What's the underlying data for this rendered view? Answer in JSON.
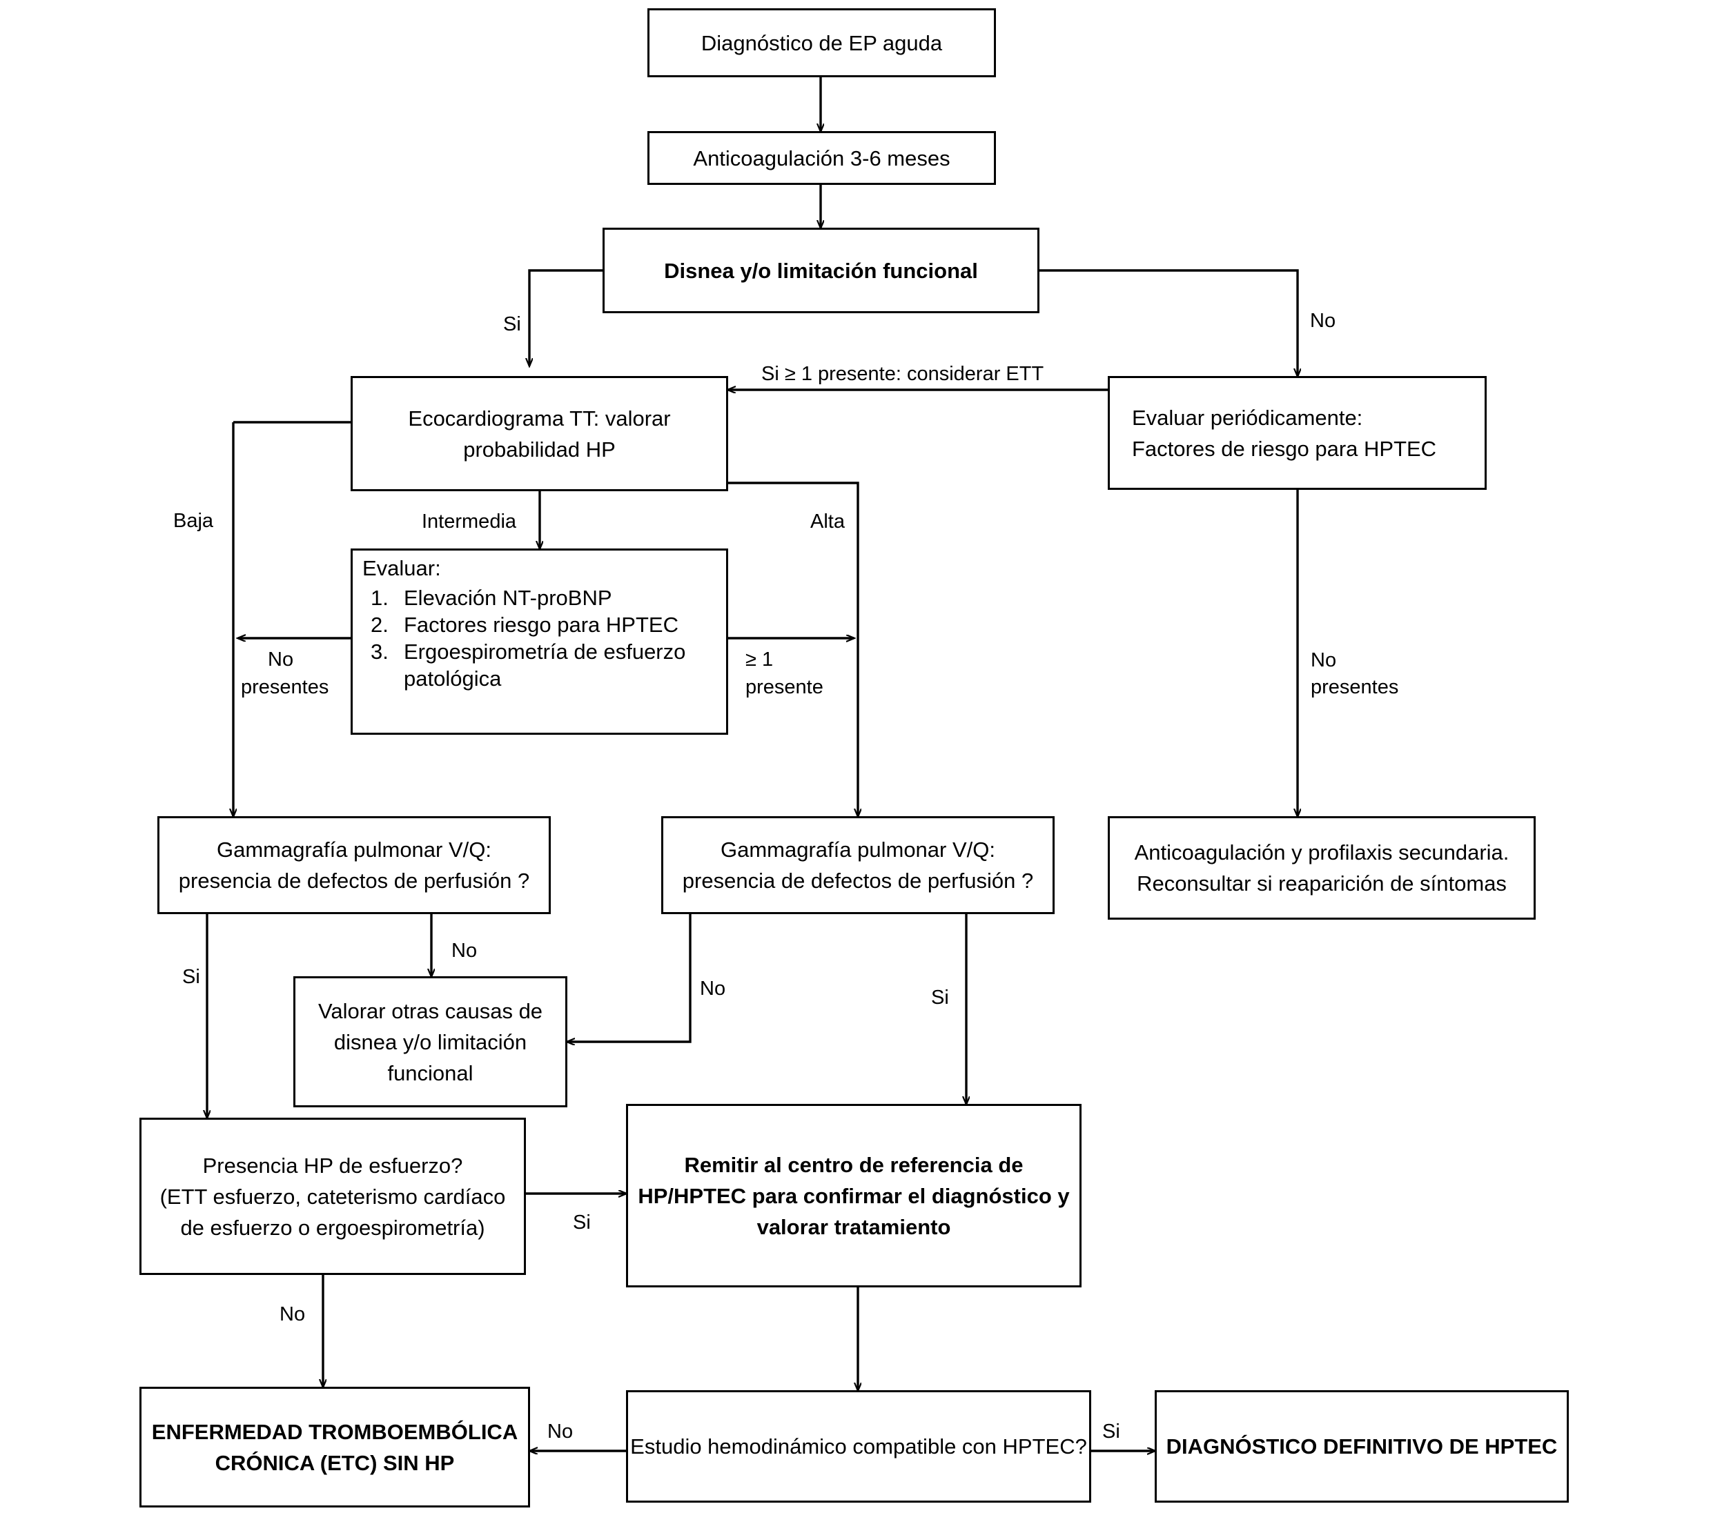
{
  "diagram": {
    "title": "Algoritmo diagnostico HPTEC",
    "line_color": "#000000",
    "box_border_color": "#000000",
    "background": "#ffffff"
  },
  "nodes": {
    "dx_ep": {
      "lines": [
        "Diagnóstico de EP aguda"
      ]
    },
    "anticoag": {
      "lines": [
        "Anticoagulación 3-6 meses"
      ]
    },
    "disnea": {
      "lines": [
        "Disnea y/o limitación funcional"
      ]
    },
    "eco_tt": {
      "lines": [
        "Ecocardiograma TT: valorar",
        "probabilidad HP"
      ]
    },
    "evaluar_periodico": {
      "lines": [
        "Evaluar periódicamente:",
        "Factores de riesgo para HPTEC"
      ]
    },
    "evaluar_lista": {
      "header": "Evaluar:",
      "items": [
        {
          "num": "1.",
          "text": "Elevación NT-proBNP",
          "cont": null
        },
        {
          "num": "2.",
          "text": "Factores riesgo para HPTEC",
          "cont": null
        },
        {
          "num": "3.",
          "text": "Ergoespirometría de esfuerzo",
          "cont": "patológica"
        }
      ]
    },
    "gamma_izq": {
      "lines": [
        "Gammagrafía pulmonar V/Q:",
        "presencia de defectos de perfusión ?"
      ]
    },
    "gamma_centro": {
      "lines": [
        "Gammagrafía pulmonar V/Q:",
        "presencia de defectos de perfusión ?"
      ]
    },
    "anticoag_profilaxis": {
      "lines": [
        "Anticoagulación y profilaxis secundaria.",
        "Reconsultar si reaparición de síntomas"
      ]
    },
    "valorar_otras": {
      "lines": [
        "Valorar otras causas de",
        "disnea y/o limitación",
        "funcional"
      ]
    },
    "presencia_hp": {
      "lines": [
        "Presencia HP de esfuerzo?",
        "(ETT esfuerzo, cateterismo cardíaco",
        "de esfuerzo o ergoespirometría)"
      ]
    },
    "remitir": {
      "lines": [
        "Remitir al centro de referencia  de",
        "HP/HPTEC para confirmar el diagnóstico y",
        "valorar tratamiento"
      ]
    },
    "etc_sin_hp": {
      "lines": [
        "ENFERMEDAD TROMBOEMBÓLICA",
        "CRÓNICA (ETC) SIN HP"
      ]
    },
    "estudio_hemo": {
      "lines": [
        "Estudio hemodinámico compatible con HPTEC?"
      ]
    },
    "dx_definitivo": {
      "lines": [
        "DIAGNÓSTICO DEFINITIVO DE HPTEC"
      ]
    }
  },
  "edge_labels": {
    "disnea_si": "Si",
    "disnea_no": "No",
    "considerar_ett": "Si ≥ 1  presente: considerar ETT",
    "prob_baja": "Baja",
    "prob_intermedia": "Intermedia",
    "prob_alta": "Alta",
    "no_presentes_izq_l1": "No",
    "no_presentes_izq_l2": "presentes",
    "uno_presente_l1": "≥ 1",
    "uno_presente_l2": "presente",
    "no_presentes_der_l1": "No",
    "no_presentes_der_l2": "presentes",
    "gamma_izq_si": "Si",
    "gamma_izq_no": "No",
    "gamma_centro_no": "No",
    "gamma_centro_si": "Si",
    "hp_esfuerzo_si": "Si",
    "hp_esfuerzo_no": "No",
    "hemo_no": "No",
    "hemo_si": "Si"
  }
}
